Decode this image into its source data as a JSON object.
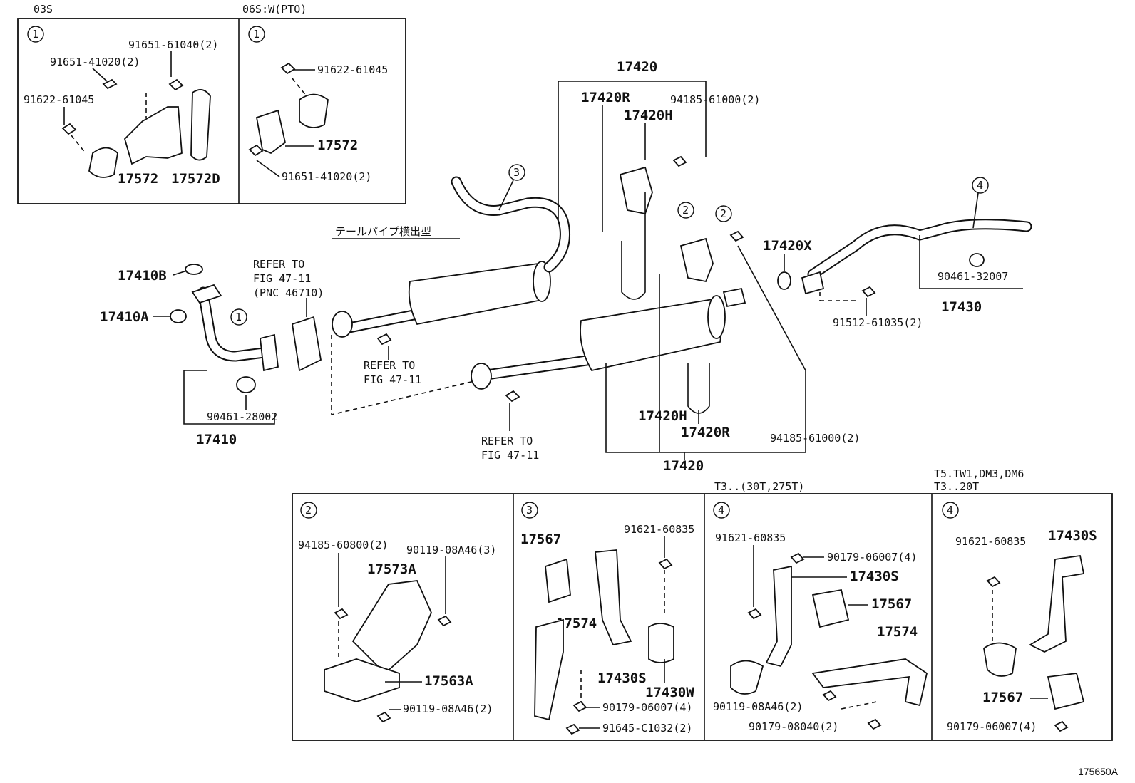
{
  "diagram_id": "175650A",
  "tail_pipe_note": "テールパイプ横出型",
  "inset_top": {
    "left_title": "03S",
    "right_title": "06S:W(PTO)",
    "left_marker": "1",
    "right_marker": "1",
    "left_labels": [
      "91651-61040(2)",
      "91651-41020(2)",
      "91622-61045",
      "17572",
      "17572D"
    ],
    "right_labels": [
      "91622-61045",
      "17572",
      "91651-41020(2)"
    ]
  },
  "main": {
    "labels": {
      "p17410B": "17410B",
      "p17410A": "17410A",
      "p17410": "17410",
      "p90461_28002": "90461-28002",
      "refer1": "REFER TO",
      "refer1b": "FIG 47-11",
      "refer1c": "(PNC 46710)",
      "refer2": "REFER TO",
      "refer2b": "FIG 47-11",
      "refer3": "REFER TO",
      "refer3b": "FIG 47-11",
      "p17420_top": "17420",
      "p17420R_top": "17420R",
      "p17420H_top": "17420H",
      "p94185_top": "94185-61000(2)",
      "p17420X": "17420X",
      "p90461_32007": "90461-32007",
      "p17430": "17430",
      "p91512": "91512-61035(2)",
      "p17420H_bot": "17420H",
      "p17420R_bot": "17420R",
      "p94185_bot": "94185-61000(2)",
      "p17420_bot": "17420"
    },
    "callouts": [
      "1",
      "2",
      "2",
      "3",
      "4"
    ]
  },
  "bottom_panels": [
    {
      "marker": "2",
      "header": "",
      "labels": [
        "94185-60800(2)",
        "90119-08A46(3)",
        "17573A",
        "17563A",
        "90119-08A46(2)"
      ]
    },
    {
      "marker": "3",
      "header": "",
      "labels": [
        "17567",
        "91621-60835",
        "17574",
        "17430S",
        "17430W",
        "90179-06007(4)",
        "91645-C1032(2)"
      ]
    },
    {
      "marker": "4",
      "header": "T3..(30T,275T)",
      "labels": [
        "91621-60835",
        "90179-06007(4)",
        "17430S",
        "17567",
        "17574",
        "90119-08A46(2)",
        "90179-08040(2)"
      ]
    },
    {
      "marker": "4",
      "header": "T5.TW1,DM3,DM6",
      "header2": "T3..20T",
      "labels": [
        "91621-60835",
        "17430S",
        "17567",
        "90179-06007(4)"
      ]
    }
  ]
}
